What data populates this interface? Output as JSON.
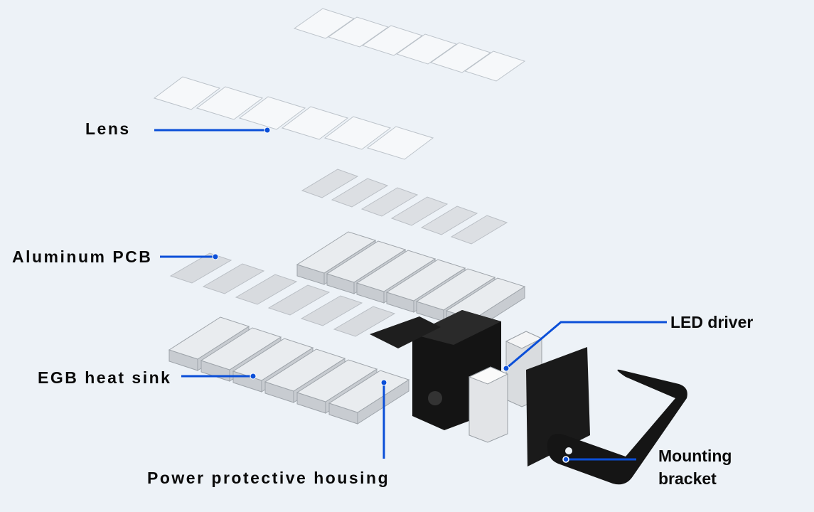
{
  "labels": {
    "lens": "Lens",
    "aluminum_pcb": "Aluminum PCB",
    "heat_sink": "EGB heat sink",
    "power_housing": "Power protective housing",
    "led_driver": "LED driver",
    "mounting_bracket_line1": "Mounting",
    "mounting_bracket_line2": "bracket"
  },
  "colors": {
    "background": "#edf2f7",
    "callout": "#0b4fd8",
    "text": "#0a0a0a"
  }
}
